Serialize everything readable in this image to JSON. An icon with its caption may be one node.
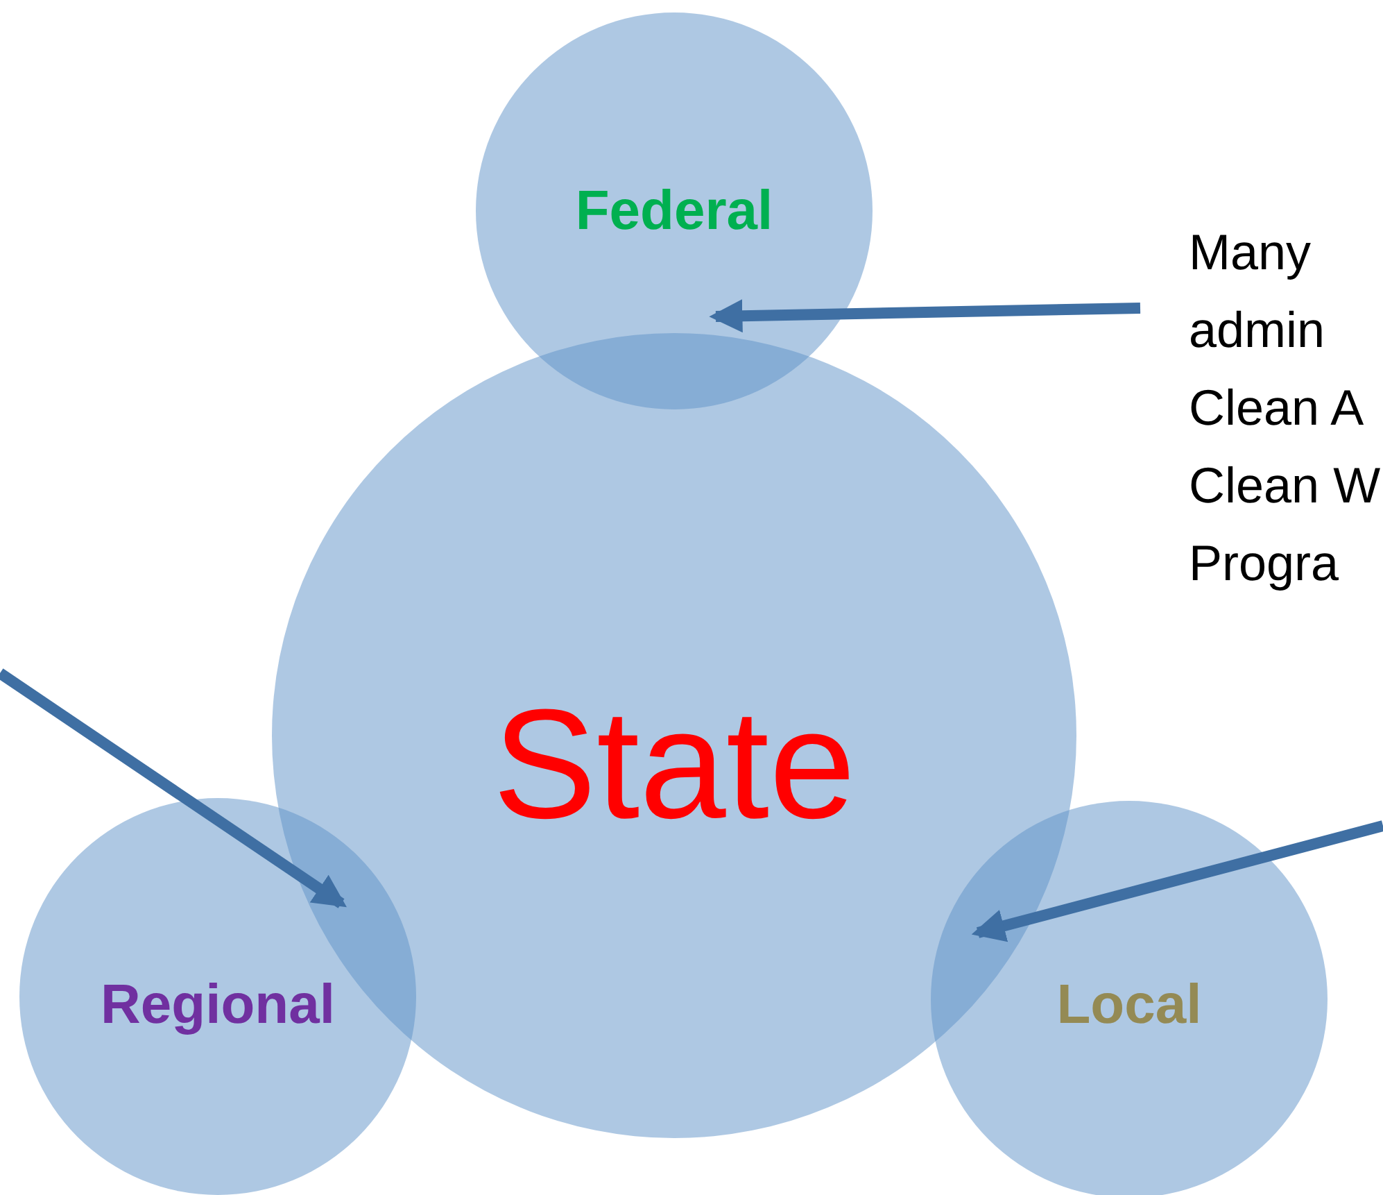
{
  "diagram": {
    "nodes": [
      {
        "text": [
          "State"
        ]
      },
      {
        "text": [
          "Federal"
        ]
      },
      {
        "text": [
          "Regional"
        ]
      },
      {
        "text": [
          "Local"
        ]
      },
      {
        "text": [
          "Many admin Clean A Clean W Progra"
        ]
      }
    ],
    "edges": [
      {
        "from": 4,
        "to": 1,
        "arrow": "to"
      },
      {
        "from": null,
        "to": 2,
        "arrow": "to"
      },
      {
        "from": null,
        "to": 3,
        "arrow": "to"
      }
    ]
  }
}
